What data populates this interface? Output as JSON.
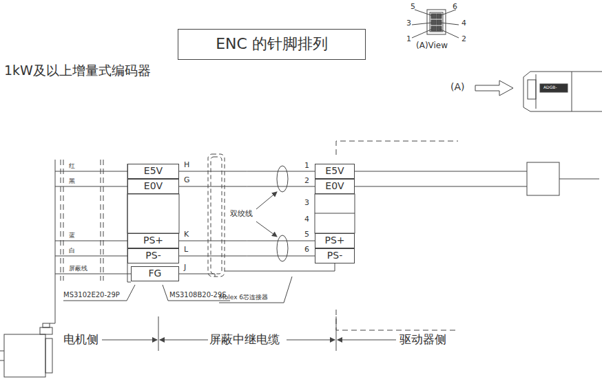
{
  "diagram": {
    "nodes": [
      {
        "text": [
          "ENC 的针脚排列"
        ]
      },
      {
        "text": [
          "E5V"
        ]
      },
      {
        "text": [
          "E0V"
        ]
      },
      {
        "text": [
          "PS+"
        ]
      },
      {
        "text": [
          "PS-"
        ]
      },
      {
        "text": [
          "FG"
        ]
      },
      {
        "text": [
          "E5V"
        ]
      },
      {
        "text": [
          "E0V"
        ]
      },
      {
        "text": [
          "PS+"
        ]
      },
      {
        "text": [
          "PS-"
        ]
      }
    ],
    "edges": [
      {
        "from": 1,
        "to": 6,
        "arrow": "none"
      },
      {
        "from": 2,
        "to": 7,
        "arrow": "none"
      },
      {
        "from": 3,
        "to": 8,
        "arrow": "none"
      },
      {
        "from": 4,
        "to": 9,
        "arrow": "none"
      }
    ],
    "labels": [
      "5",
      "6",
      "3",
      "4",
      "1",
      "2",
      "(A)View",
      "1kW及以上增量式编码器",
      "(A)",
      "ADGB-",
      "红",
      "黑",
      "蓝",
      "白",
      "屏蔽线",
      "H",
      "G",
      "K",
      "L",
      "J",
      "1",
      "2",
      "3",
      "4",
      "5",
      "6",
      "双绞线",
      "MS3102E20-29P",
      "MS3108B20-29S",
      "Molex 6芯连接器",
      "电机侧",
      "屏蔽中继电缆",
      "驱动器侧"
    ]
  }
}
